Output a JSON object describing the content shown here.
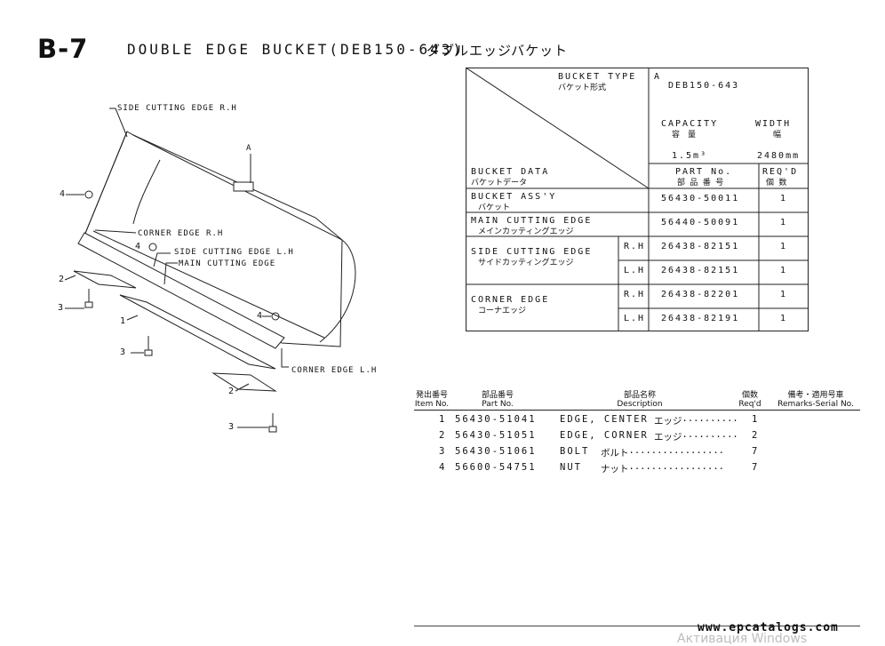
{
  "header": {
    "page_code": "B-7",
    "title": "DOUBLE EDGE BUCKET(DEB150-643)",
    "title_jp": "ダブルエッジバケット"
  },
  "illustration": {
    "callouts": {
      "side_cutting_edge_rh": "SIDE CUTTING EDGE R.H",
      "corner_edge_rh": "CORNER EDGE R.H",
      "side_cutting_edge_lh": "SIDE CUTTING EDGE L.H",
      "main_cutting_edge": "MAIN CUTTING EDGE",
      "corner_edge_lh": "CORNER EDGE L.H",
      "type_a": "A"
    },
    "item_numbers": {
      "n4a": "4",
      "n4b": "4",
      "n4c": "4",
      "n2a": "2",
      "n2b": "2",
      "n1": "1",
      "n3a": "3",
      "n3b": "3",
      "n3c": "3"
    }
  },
  "bucket_table": {
    "bucket_type_label": "BUCKET TYPE",
    "bucket_type_jp": "バケット形式",
    "type_code": "A",
    "type_model": "DEB150-643",
    "capacity_label": "CAPACITY",
    "capacity_jp": "容　量",
    "width_label": "WIDTH",
    "width_jp": "幅",
    "capacity_value": "1.5m³",
    "width_value": "2480mm",
    "bucket_data_label": "BUCKET DATA",
    "bucket_data_jp": "バケットデータ",
    "part_no_label": "PART No.",
    "part_no_jp": "部 品 番 号",
    "reqd_label": "REQ'D",
    "reqd_jp": "個 数",
    "rows": [
      {
        "name": "BUCKET ASS'Y",
        "name_jp": "バケット",
        "side": "",
        "part": "56430-50011",
        "qty": "1"
      },
      {
        "name": "MAIN CUTTING EDGE",
        "name_jp": "メインカッティングエッジ",
        "side": "",
        "part": "56440-50091",
        "qty": "1"
      },
      {
        "name": "SIDE CUTTING EDGE",
        "name_jp": "サイドカッティングエッジ",
        "side": "R.H",
        "part": "26438-82151",
        "qty": "1"
      },
      {
        "name": "",
        "name_jp": "",
        "side": "L.H",
        "part": "26438-82151",
        "qty": "1"
      },
      {
        "name": "CORNER EDGE",
        "name_jp": "コーナエッジ",
        "side": "R.H",
        "part": "26438-82201",
        "qty": "1"
      },
      {
        "name": "",
        "name_jp": "",
        "side": "L.H",
        "part": "26438-82191",
        "qty": "1"
      }
    ]
  },
  "parts_list": {
    "headers": {
      "item_jp": "発出番号",
      "item": "Item No.",
      "part_jp": "部品番号",
      "part": "Part No.",
      "desc_jp": "部品名称",
      "desc": "Description",
      "qty_jp": "個数",
      "qty": "Req'd",
      "remarks_jp": "備考・適用号車",
      "remarks": "Remarks-Serial No."
    },
    "rows": [
      {
        "item": "1",
        "part": "56430-51041",
        "desc": "EDGE, CENTER",
        "desc_jp": "エッジ··········",
        "qty": "1"
      },
      {
        "item": "2",
        "part": "56430-51051",
        "desc": "EDGE, CORNER",
        "desc_jp": "エッジ··········",
        "qty": "2"
      },
      {
        "item": "3",
        "part": "56430-51061",
        "desc": "BOLT",
        "desc_jp": "ボルト·················",
        "qty": "7"
      },
      {
        "item": "4",
        "part": "56600-54751",
        "desc": "NUT",
        "desc_jp": "ナット·················",
        "qty": "7"
      }
    ]
  },
  "footer": {
    "website": "www.epcatalogs.com",
    "activation": "Активация Windows"
  }
}
